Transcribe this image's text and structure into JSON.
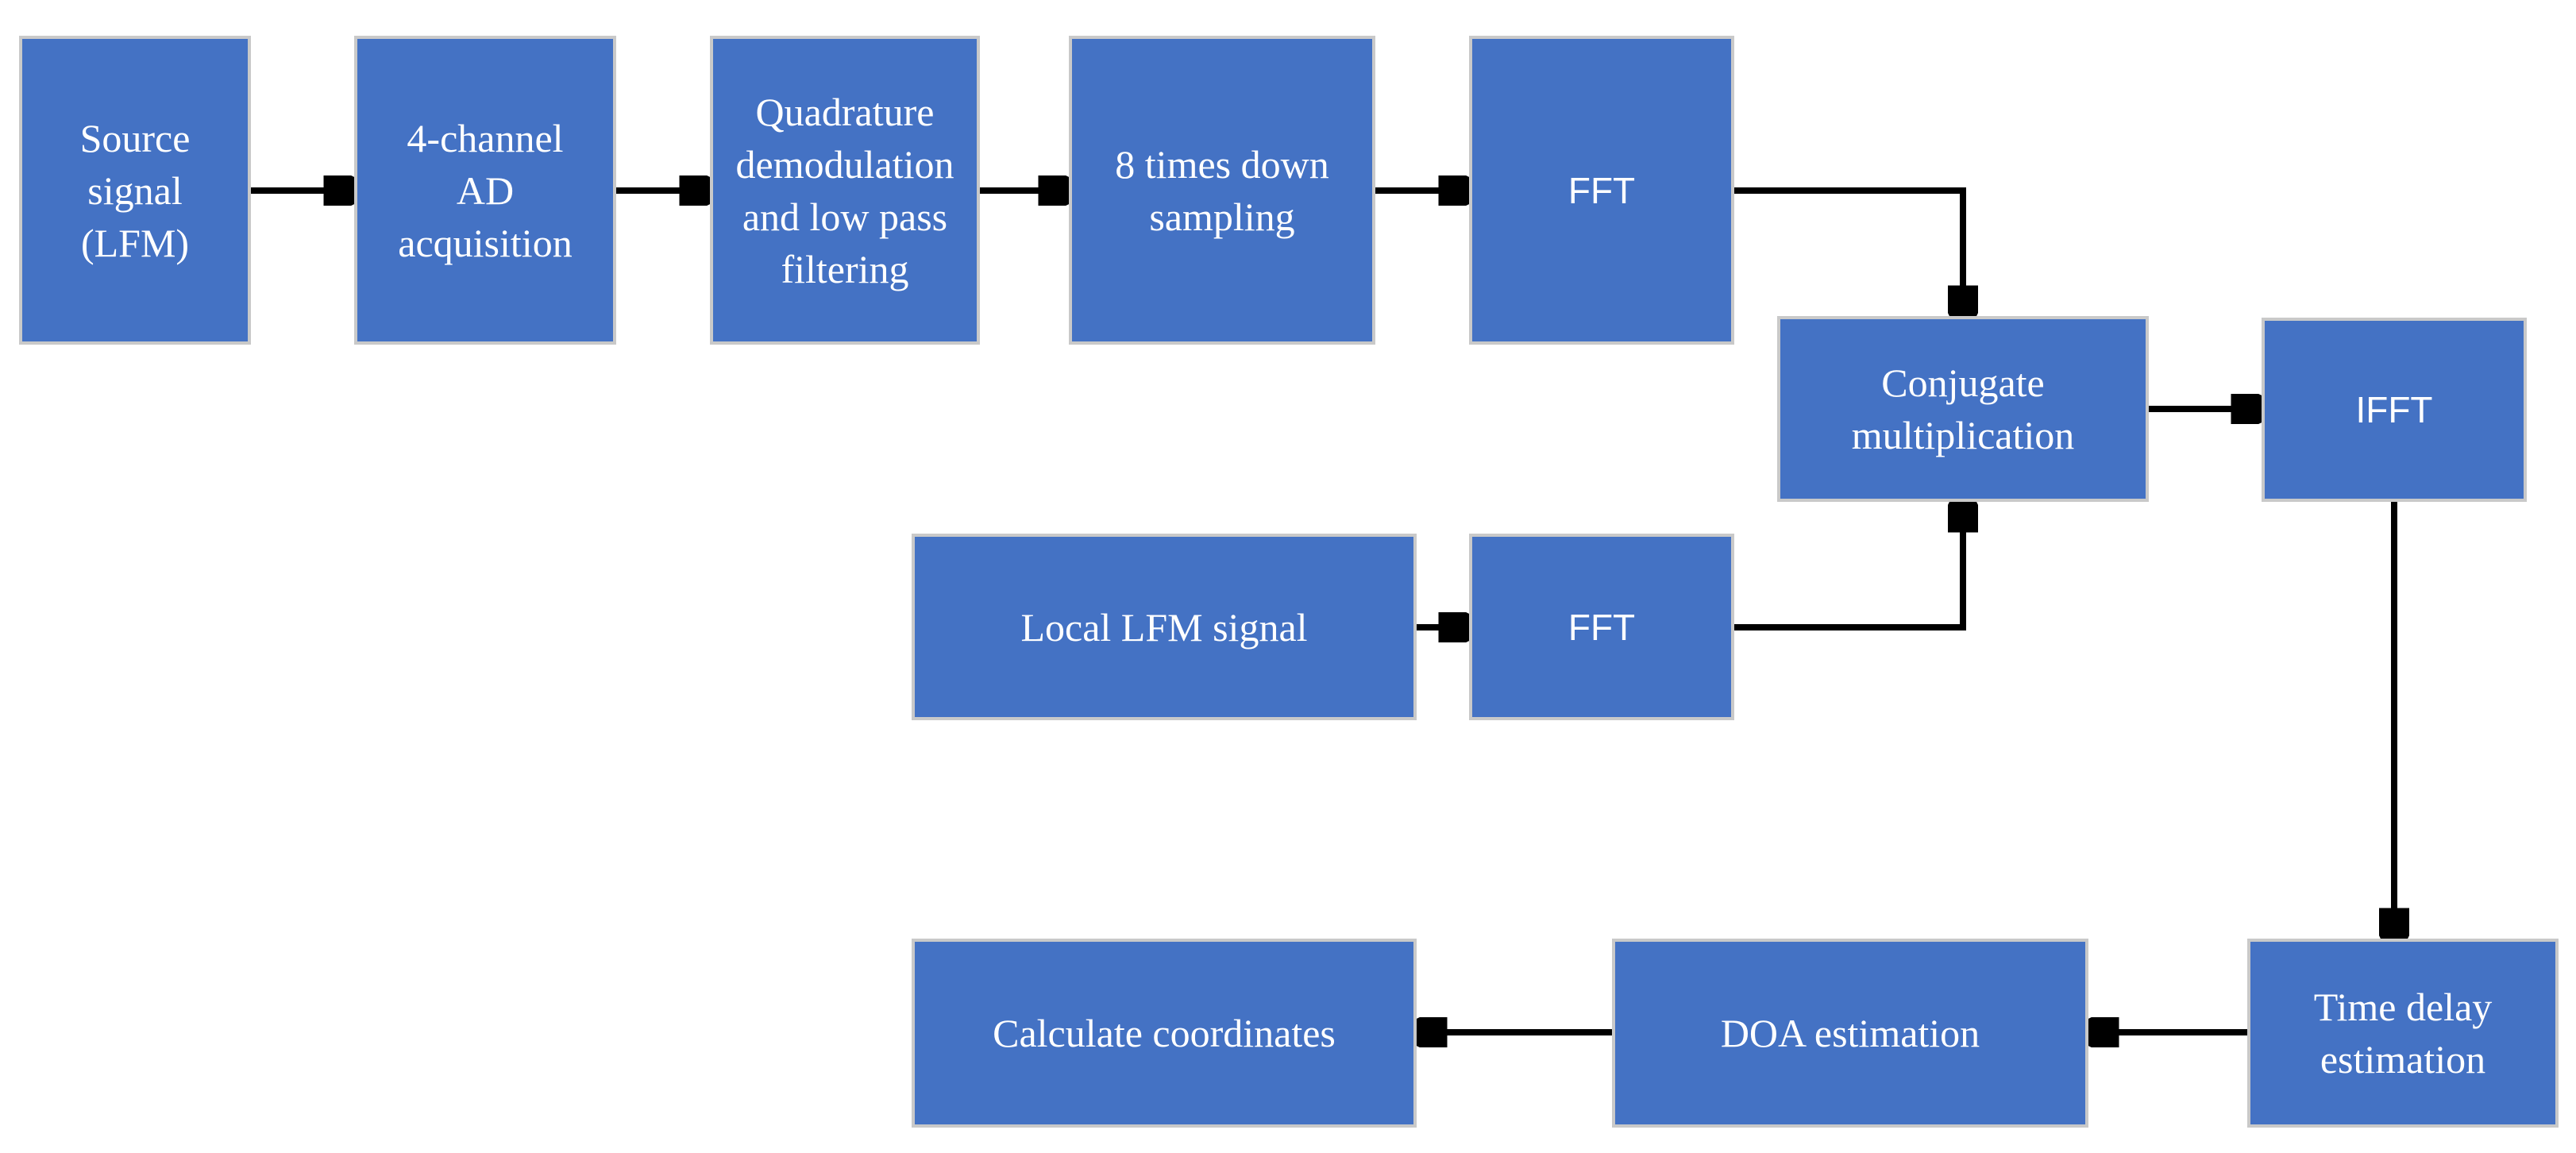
{
  "colors": {
    "node-fill": "#4472C4",
    "node-border": "#C9C9C9",
    "node-text": "#FFFFFF",
    "arrow": "#000000",
    "background": "#FFFFFF"
  },
  "nodes": {
    "source_signal": {
      "label": "Source\nsignal\n(LFM)"
    },
    "ad_acquisition": {
      "label": "4-channel\nAD\nacquisition"
    },
    "quadrature": {
      "label": "Quadrature\ndemodulation\nand low pass\nfiltering"
    },
    "downsampling": {
      "label": "8 times down\nsampling"
    },
    "fft_top": {
      "label": "FFT"
    },
    "conjugate": {
      "label": "Conjugate\nmultiplication"
    },
    "ifft": {
      "label": "IFFT"
    },
    "local_lfm": {
      "label": "Local LFM signal"
    },
    "fft_bottom": {
      "label": "FFT"
    },
    "time_delay": {
      "label": "Time delay\nestimation"
    },
    "doa": {
      "label": "DOA estimation"
    },
    "calc_coords": {
      "label": "Calculate coordinates"
    }
  }
}
